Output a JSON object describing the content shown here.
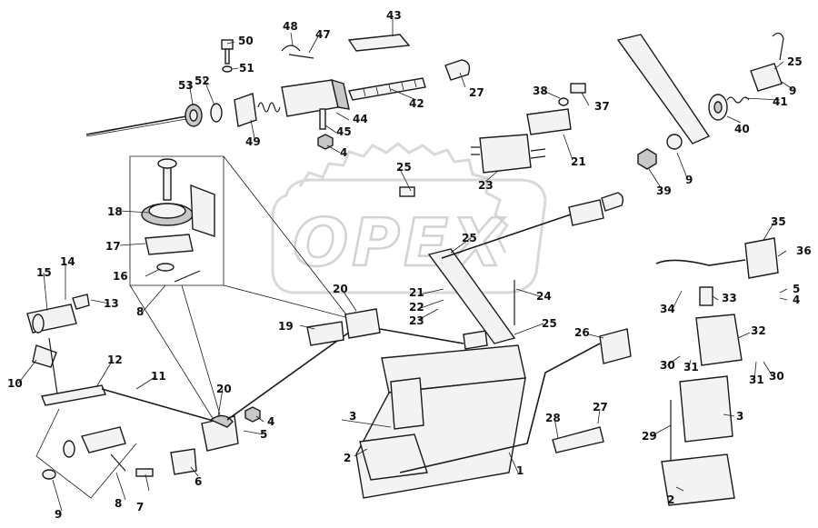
{
  "diagram": {
    "watermark": "OPEX",
    "callouts": [
      "1",
      "2",
      "3",
      "4",
      "5",
      "6",
      "7",
      "8",
      "9",
      "10",
      "11",
      "12",
      "13",
      "14",
      "15",
      "16",
      "17",
      "18",
      "19",
      "20",
      "21",
      "22",
      "23",
      "24",
      "25",
      "26",
      "27",
      "28",
      "29",
      "30",
      "31",
      "32",
      "33",
      "34",
      "35",
      "36",
      "37",
      "38",
      "39",
      "40",
      "41",
      "42",
      "43",
      "44",
      "45",
      "47",
      "48",
      "49",
      "50",
      "51",
      "52",
      "53"
    ]
  }
}
